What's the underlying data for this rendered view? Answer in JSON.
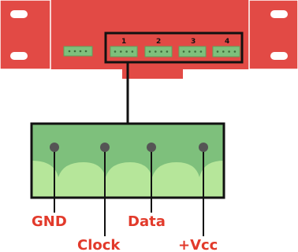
{
  "colors": {
    "rack": "#e24a45",
    "rack_dark": "#c8382f",
    "connector_green": "#7ec07c",
    "connector_light": "#b6e69a",
    "connector_dark": "#5ea35b",
    "label_red": "#e23a2b",
    "outline": "#111111"
  },
  "ports": [
    {
      "number": "1"
    },
    {
      "number": "2"
    },
    {
      "number": "3"
    },
    {
      "number": "4"
    }
  ],
  "pins": [
    {
      "label": "GND"
    },
    {
      "label": "Clock"
    },
    {
      "label": "Data"
    },
    {
      "label": "+Vcc"
    }
  ]
}
